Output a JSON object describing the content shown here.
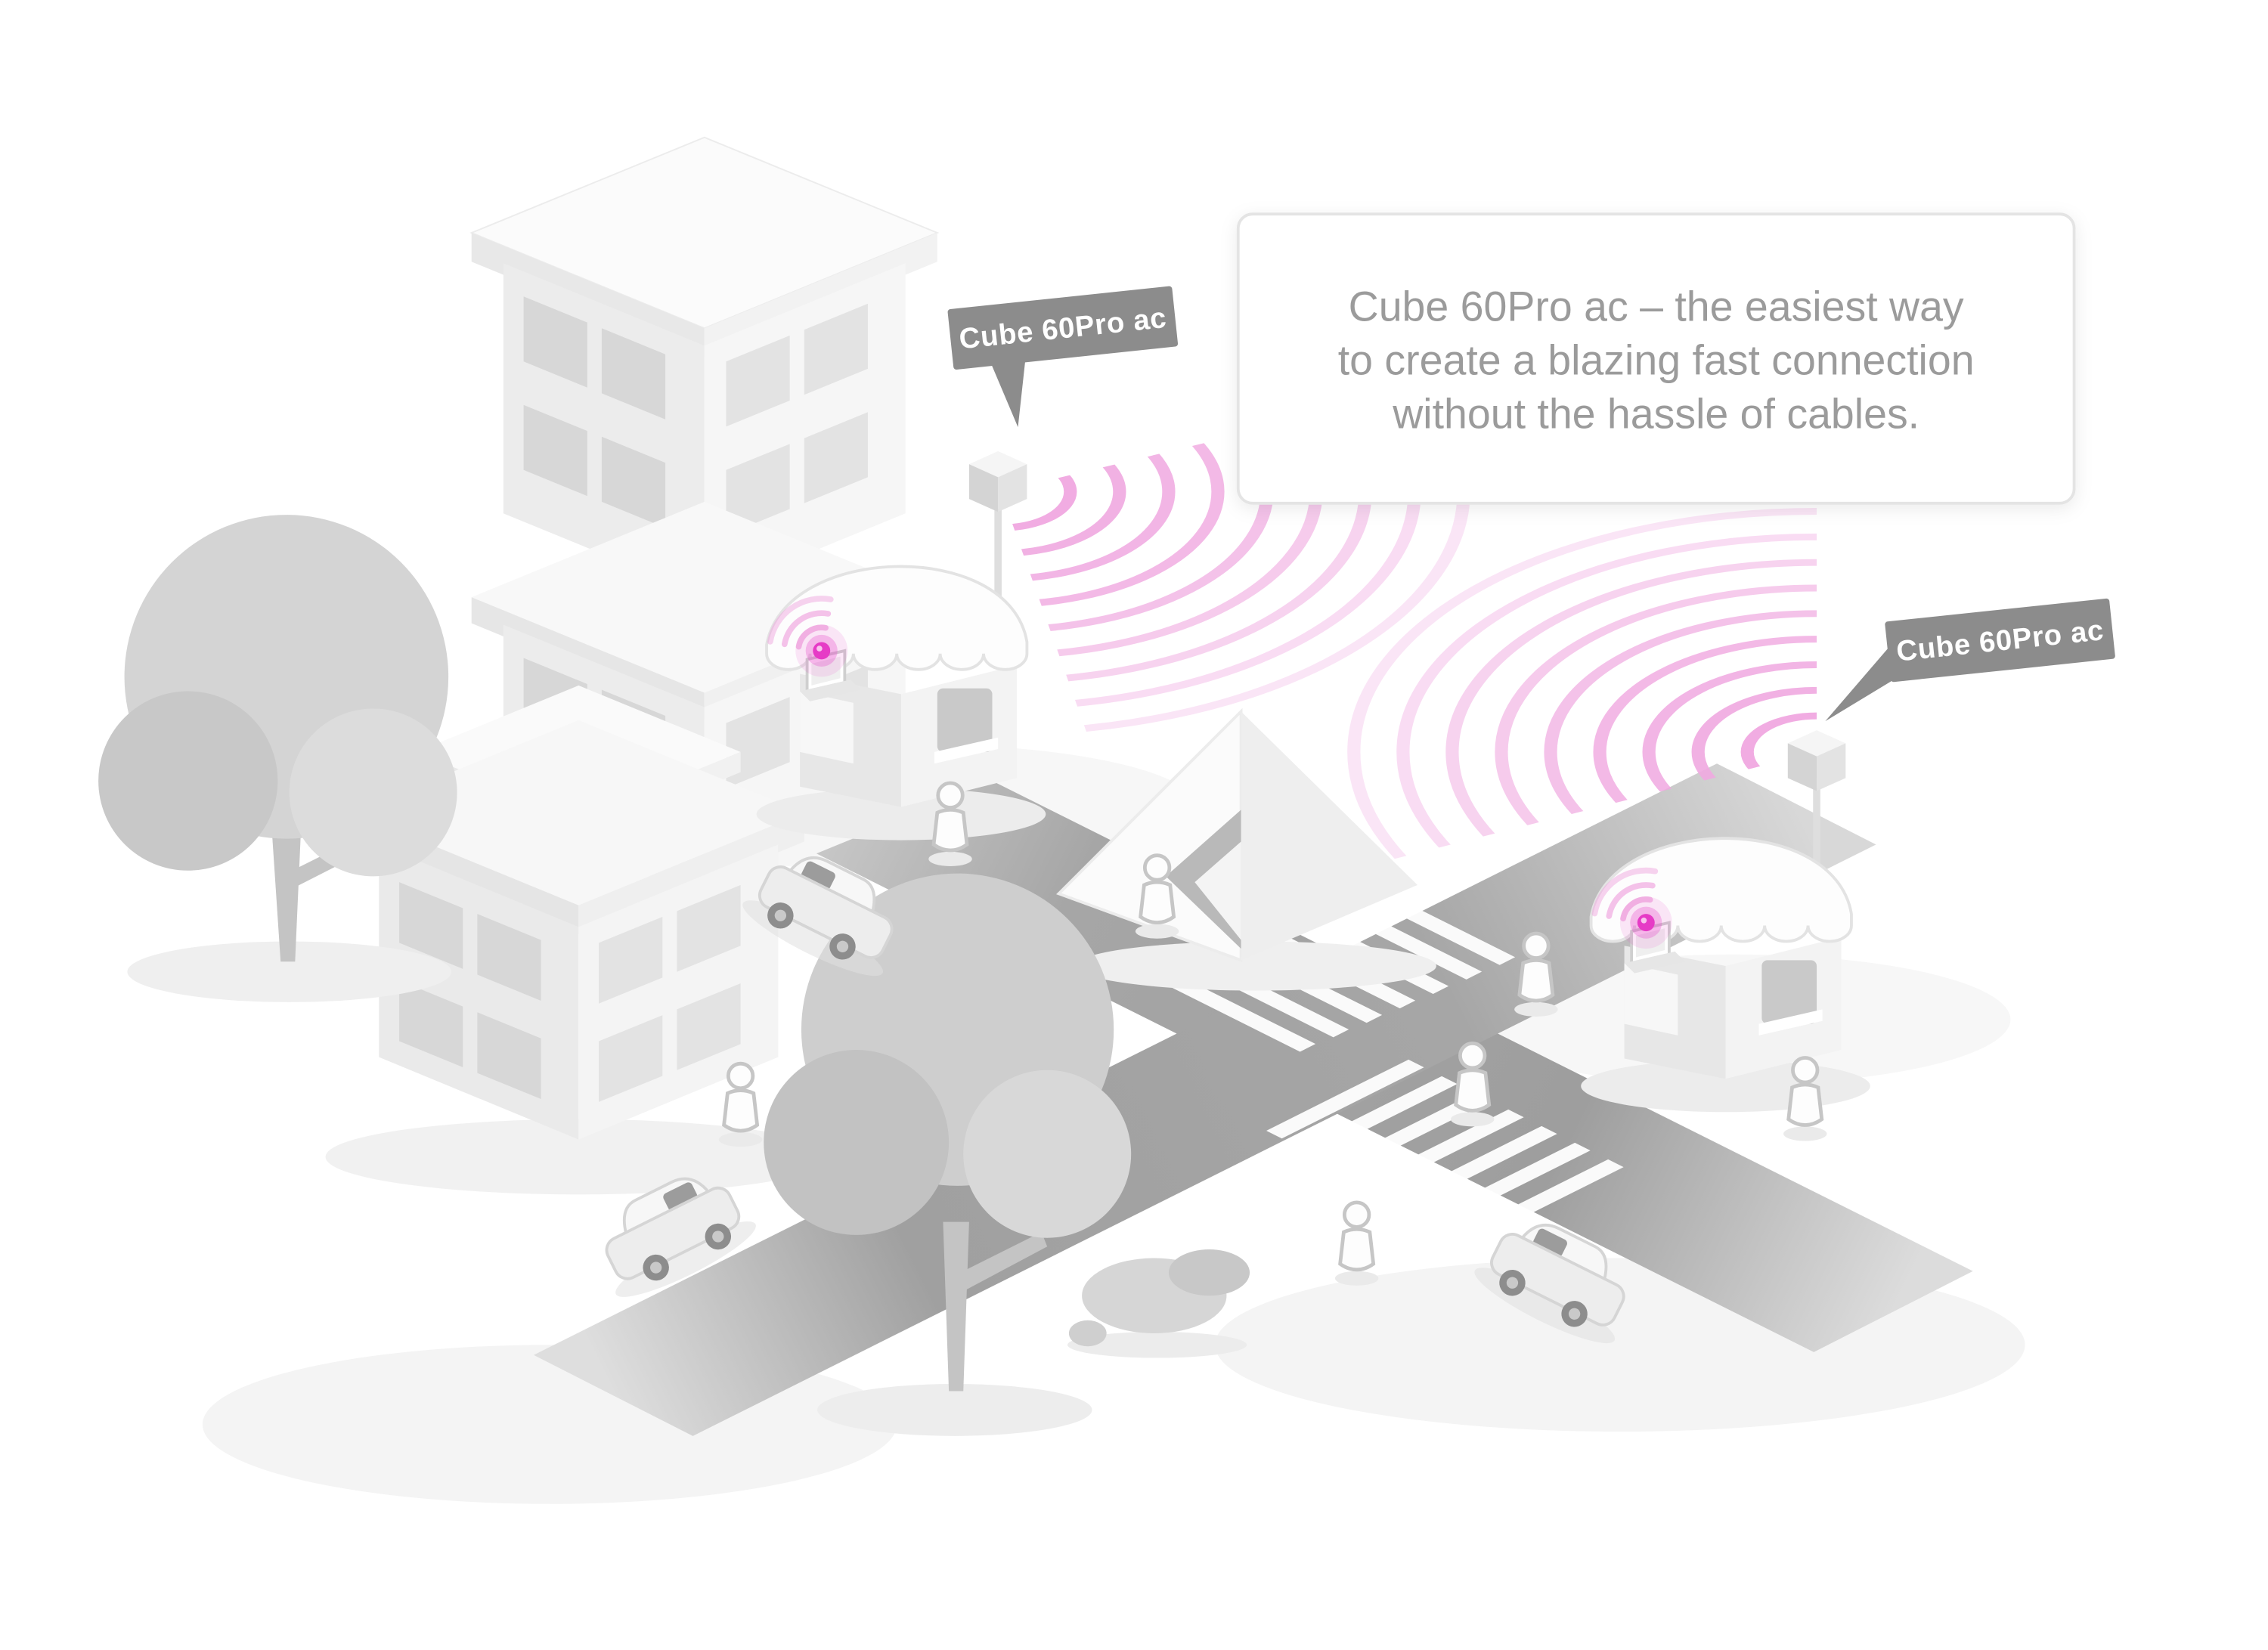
{
  "page": {
    "background": "#ffffff"
  },
  "info_box": {
    "line1": "Cube 60Pro ac – the easiest way",
    "line2": "to create a blazing fast connection",
    "line3": "without the hassle of cables."
  },
  "device_labels": {
    "left": "Cube 60Pro ac",
    "right": "Cube 60Pro ac"
  },
  "colors": {
    "background": "#ffffff",
    "accent_magenta": "#e63bc6",
    "signal_pink": "#f0a8e0",
    "label_background": "#8c8c8c",
    "label_text": "#ffffff",
    "info_text": "#9b9b9b",
    "info_border": "#e4e4e4",
    "road_gray": "#a3a3a3",
    "crosswalk_white": "#ffffff",
    "building_gray": "#ededed",
    "tree_gray": "#cecece"
  }
}
